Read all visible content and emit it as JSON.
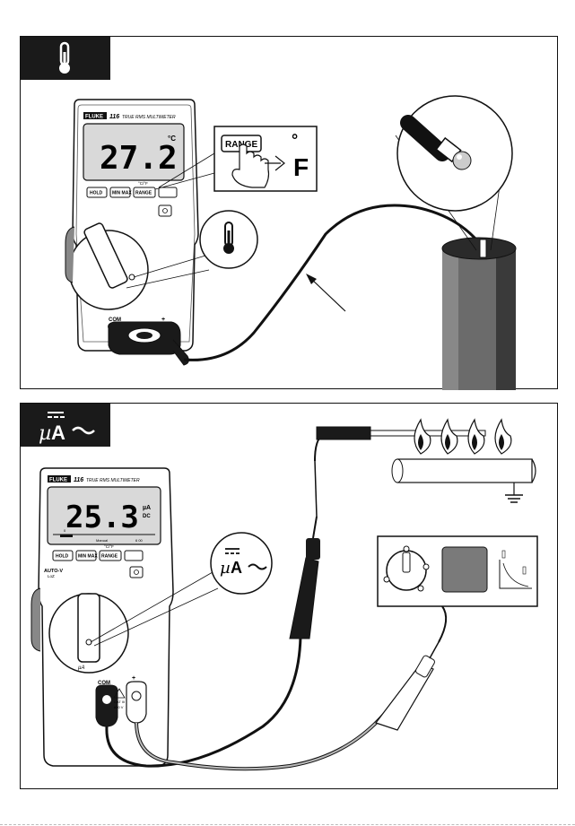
{
  "top_panel": {
    "meter_brand": "FLUKE",
    "meter_model": "116",
    "meter_subtitle": "TRUE RMS MULTIMETER",
    "display_value": "27.2",
    "display_unit": "°C",
    "buttons": [
      "HOLD",
      "MIN MAX",
      "RANGE"
    ],
    "range_sublabel": "°C/°F",
    "callout_button": "RANGE",
    "callout_result": "F",
    "jack_com": "COM",
    "jack_plus": "+"
  },
  "bottom_panel": {
    "meter_brand": "FLUKE",
    "meter_model": "116",
    "meter_subtitle": "TRUE RMS MULTIMETER",
    "display_value": "25.3",
    "display_unit_top": "µA",
    "display_unit_bottom": "DC",
    "bargraph_left": "0",
    "bargraph_mid": "Manual",
    "bargraph_right": "6 00",
    "buttons": [
      "HOLD",
      "MIN MAX",
      "RANGE"
    ],
    "range_sublabel": "°C/°F",
    "dial_label_top": "AUTO-V",
    "dial_label_bottom": "LoZ",
    "function_label": "µA",
    "jack_com": "COM",
    "jack_plus": "+",
    "cat_label": "CAT III",
    "cat_voltage": "600 V"
  },
  "colors": {
    "ink": "#111111",
    "tab": "#1a1a1a",
    "lcd": "#d9d9d9"
  },
  "icons": [
    "thermometer-icon",
    "microamp-icon",
    "flame-icon",
    "ground-icon",
    "hand-press-icon"
  ]
}
